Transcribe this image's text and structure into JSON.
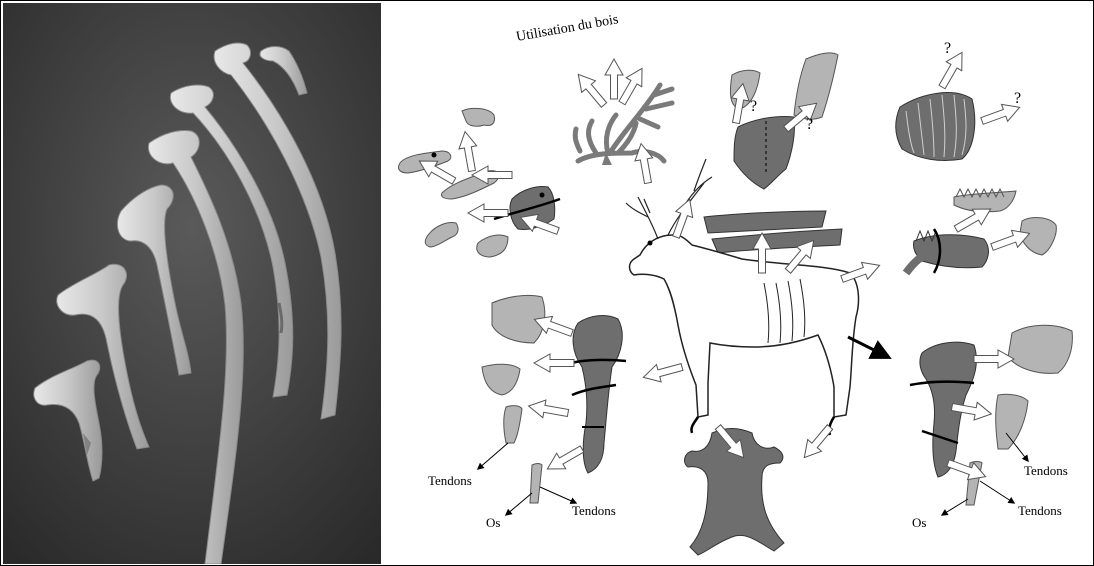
{
  "figure": {
    "labels": {
      "antler_use": "Utilisation du bois",
      "q1": "?",
      "q2": "?",
      "q3": "?",
      "q4": "?",
      "tendons_fore_1": "Tendons",
      "tendons_fore_2": "Tendons",
      "os_fore": "Os",
      "tendons_hind_1": "Tendons",
      "tendons_hind_2": "Tendons",
      "os_hind": "Os"
    },
    "colors": {
      "light_piece": "#b4b4b4",
      "mid_piece": "#8a8a8a",
      "dark_piece": "#6e6e6e",
      "photo_background": "#3c3c3c"
    }
  }
}
